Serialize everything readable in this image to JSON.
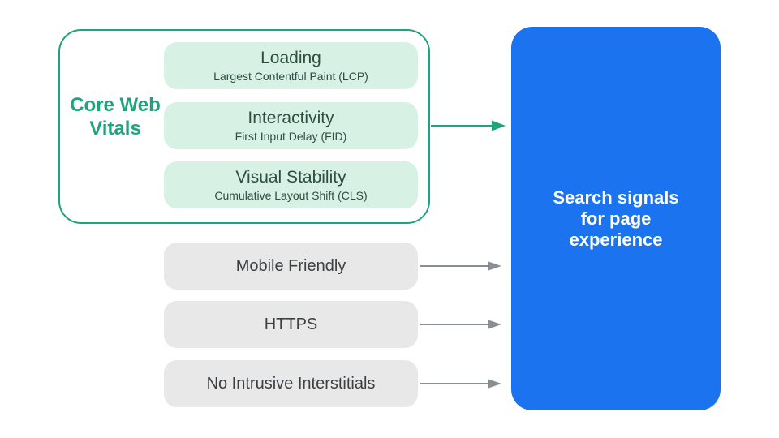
{
  "colors": {
    "green": "#1FA37C",
    "green_light": "#D7F2E4",
    "green_text": "#2F4D44",
    "gray_pill": "#E8E8E8",
    "gray_text": "#3C4043",
    "arrow_gray": "#8A8F94",
    "blue": "#1B73F0",
    "white": "#FFFFFF"
  },
  "core_web_vitals": {
    "label": "Core Web Vitals",
    "items": [
      {
        "title": "Loading",
        "subtitle": "Largest Contentful Paint (LCP)"
      },
      {
        "title": "Interactivity",
        "subtitle": "First Input Delay (FID)"
      },
      {
        "title": "Visual Stability",
        "subtitle": "Cumulative Layout Shift (CLS)"
      }
    ]
  },
  "other_signals": [
    {
      "label": "Mobile Friendly"
    },
    {
      "label": "HTTPS"
    },
    {
      "label": "No Intrusive Interstitials"
    }
  ],
  "result_box": {
    "lines": [
      "Search signals",
      "for page",
      "experience"
    ]
  }
}
